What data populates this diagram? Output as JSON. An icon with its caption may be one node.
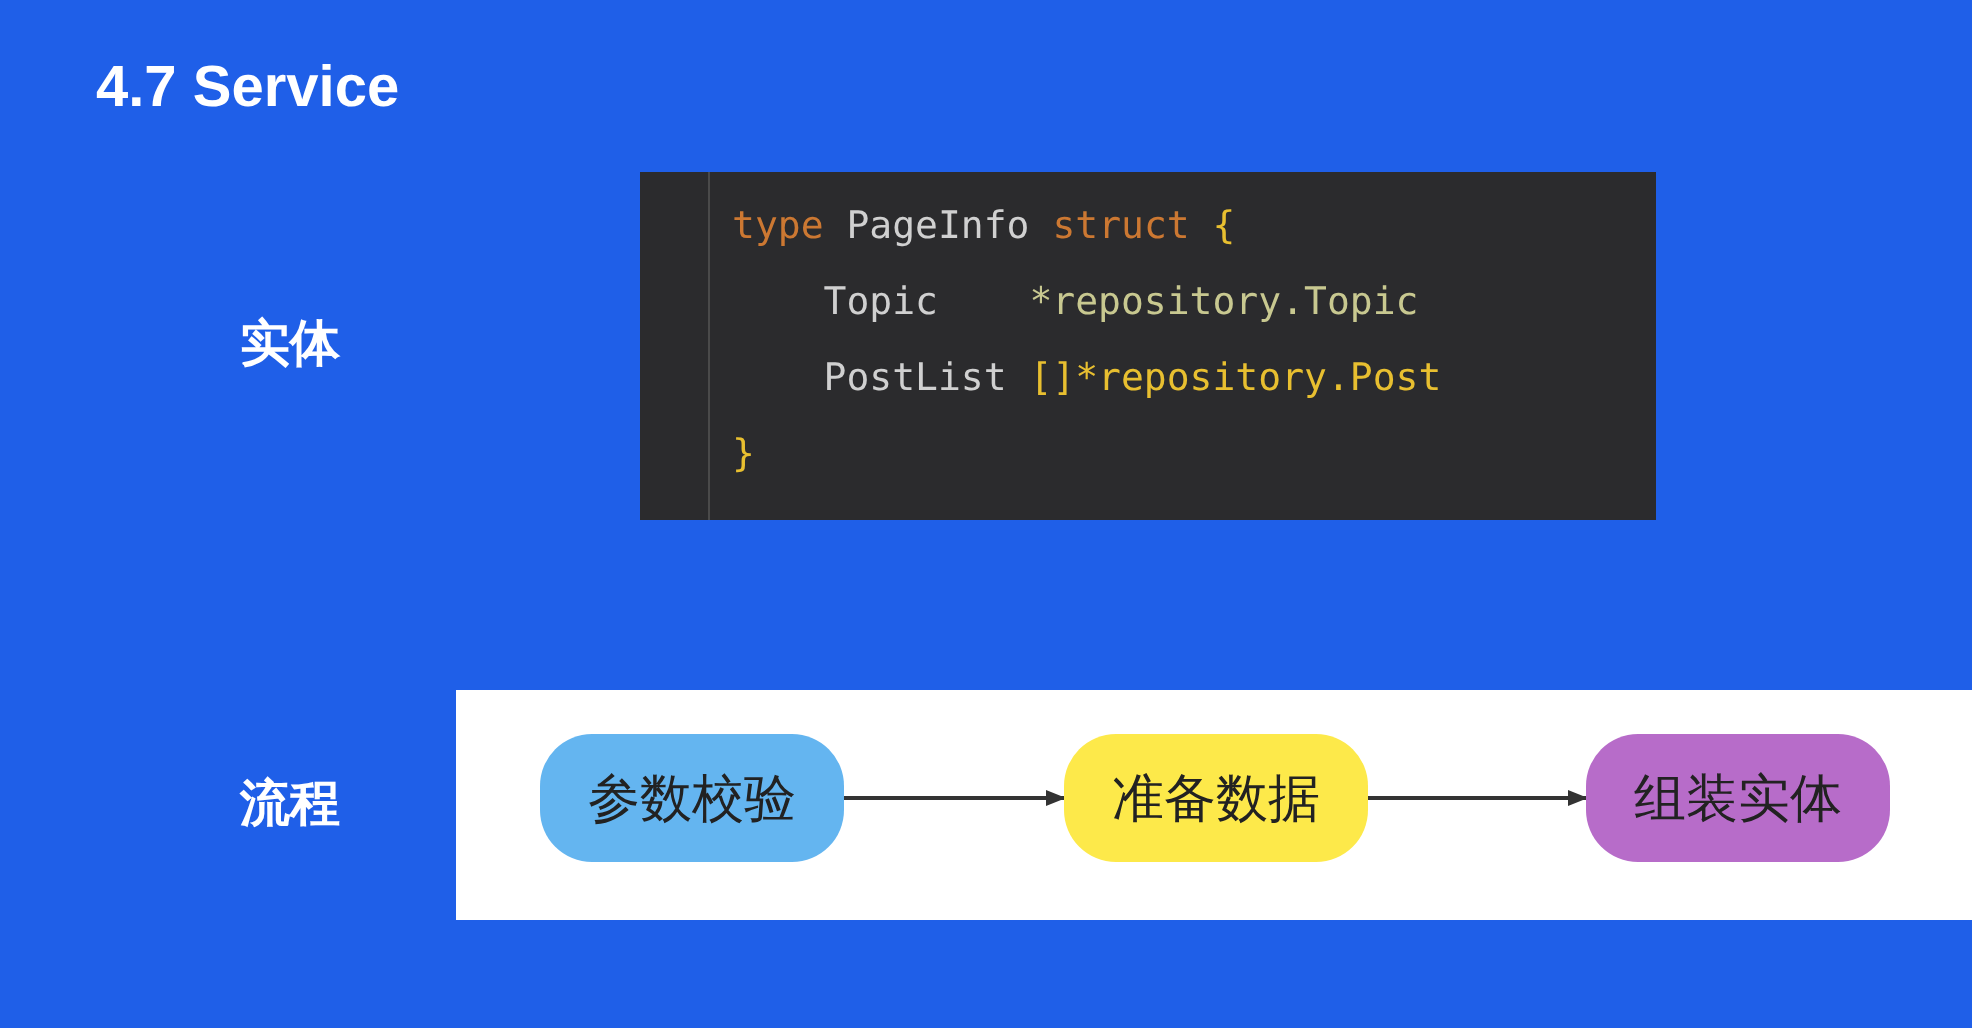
{
  "diagram": {
    "title": "4.7 Service",
    "nodes": [
      {
        "text": [],
        "shape": "box"
      },
      {
        "text": [
          "参数校验"
        ],
        "in": 0
      },
      {
        "text": [
          "准备数据"
        ],
        "in": 0
      },
      {
        "text": [
          "组装实体"
        ],
        "in": 0
      }
    ],
    "edges": [
      {
        "from": 1,
        "to": 2,
        "arrow": "to"
      },
      {
        "from": 2,
        "to": 3,
        "arrow": "to"
      }
    ],
    "labels": [
      "实体",
      "type PageInfo struct {",
      "    Topic    *repository.Topic",
      "    PostList []*repository.Post",
      "}",
      "流程"
    ]
  }
}
